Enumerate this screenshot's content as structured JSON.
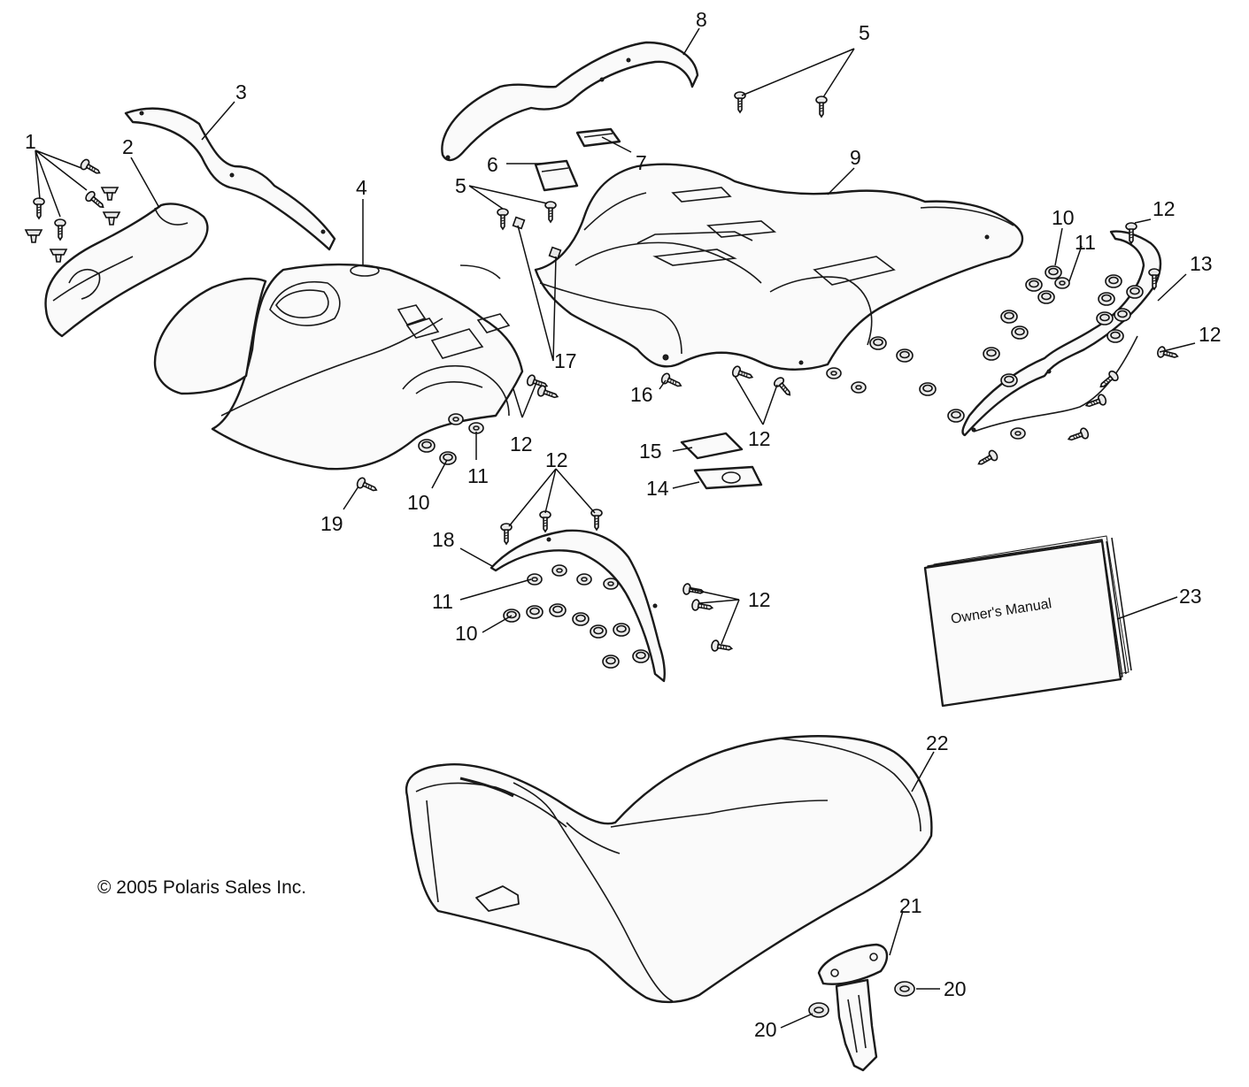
{
  "diagram": {
    "callouts": [
      {
        "id": "c1",
        "label": "1"
      },
      {
        "id": "c2",
        "label": "2"
      },
      {
        "id": "c3",
        "label": "3"
      },
      {
        "id": "c4",
        "label": "4"
      },
      {
        "id": "c5a",
        "label": "5"
      },
      {
        "id": "c5b",
        "label": "5"
      },
      {
        "id": "c6",
        "label": "6"
      },
      {
        "id": "c7",
        "label": "7"
      },
      {
        "id": "c8",
        "label": "8"
      },
      {
        "id": "c9",
        "label": "9"
      },
      {
        "id": "c10a",
        "label": "10"
      },
      {
        "id": "c10b",
        "label": "10"
      },
      {
        "id": "c10c",
        "label": "10"
      },
      {
        "id": "c11a",
        "label": "11"
      },
      {
        "id": "c11b",
        "label": "11"
      },
      {
        "id": "c11c",
        "label": "11"
      },
      {
        "id": "c12a",
        "label": "12"
      },
      {
        "id": "c12b",
        "label": "12"
      },
      {
        "id": "c12c",
        "label": "12"
      },
      {
        "id": "c12d",
        "label": "12"
      },
      {
        "id": "c12e",
        "label": "12"
      },
      {
        "id": "c12f",
        "label": "12"
      },
      {
        "id": "c13",
        "label": "13"
      },
      {
        "id": "c14",
        "label": "14"
      },
      {
        "id": "c15",
        "label": "15"
      },
      {
        "id": "c16",
        "label": "16"
      },
      {
        "id": "c17",
        "label": "17"
      },
      {
        "id": "c18",
        "label": "18"
      },
      {
        "id": "c19",
        "label": "19"
      },
      {
        "id": "c20a",
        "label": "20"
      },
      {
        "id": "c20b",
        "label": "20"
      },
      {
        "id": "c21",
        "label": "21"
      },
      {
        "id": "c22",
        "label": "22"
      },
      {
        "id": "c23",
        "label": "23"
      }
    ],
    "manual_label": "Owner's Manual",
    "copyright": "© 2005 Polaris Sales Inc."
  }
}
